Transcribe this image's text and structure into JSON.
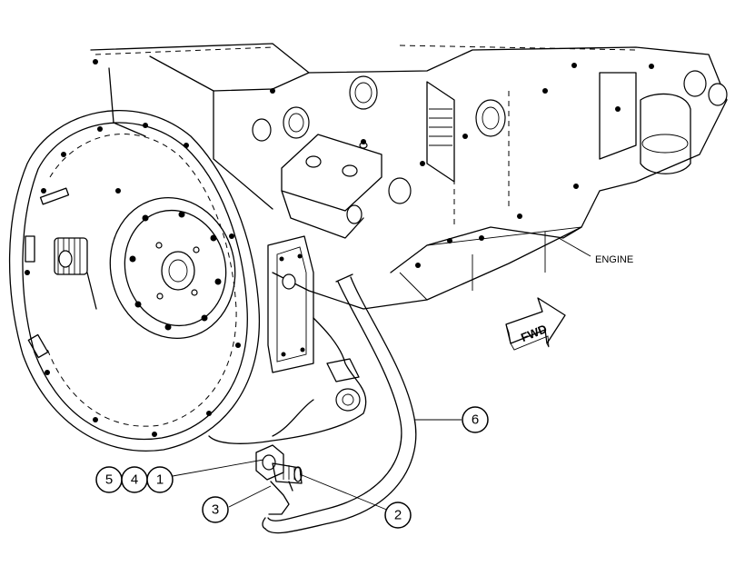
{
  "labels": {
    "engine": "ENGINE",
    "fwd": "FWD"
  },
  "callouts": [
    {
      "id": "1",
      "text": "1"
    },
    {
      "id": "2",
      "text": "2"
    },
    {
      "id": "3",
      "text": "3"
    },
    {
      "id": "4",
      "text": "4"
    },
    {
      "id": "5",
      "text": "5"
    },
    {
      "id": "6",
      "text": "6"
    }
  ]
}
